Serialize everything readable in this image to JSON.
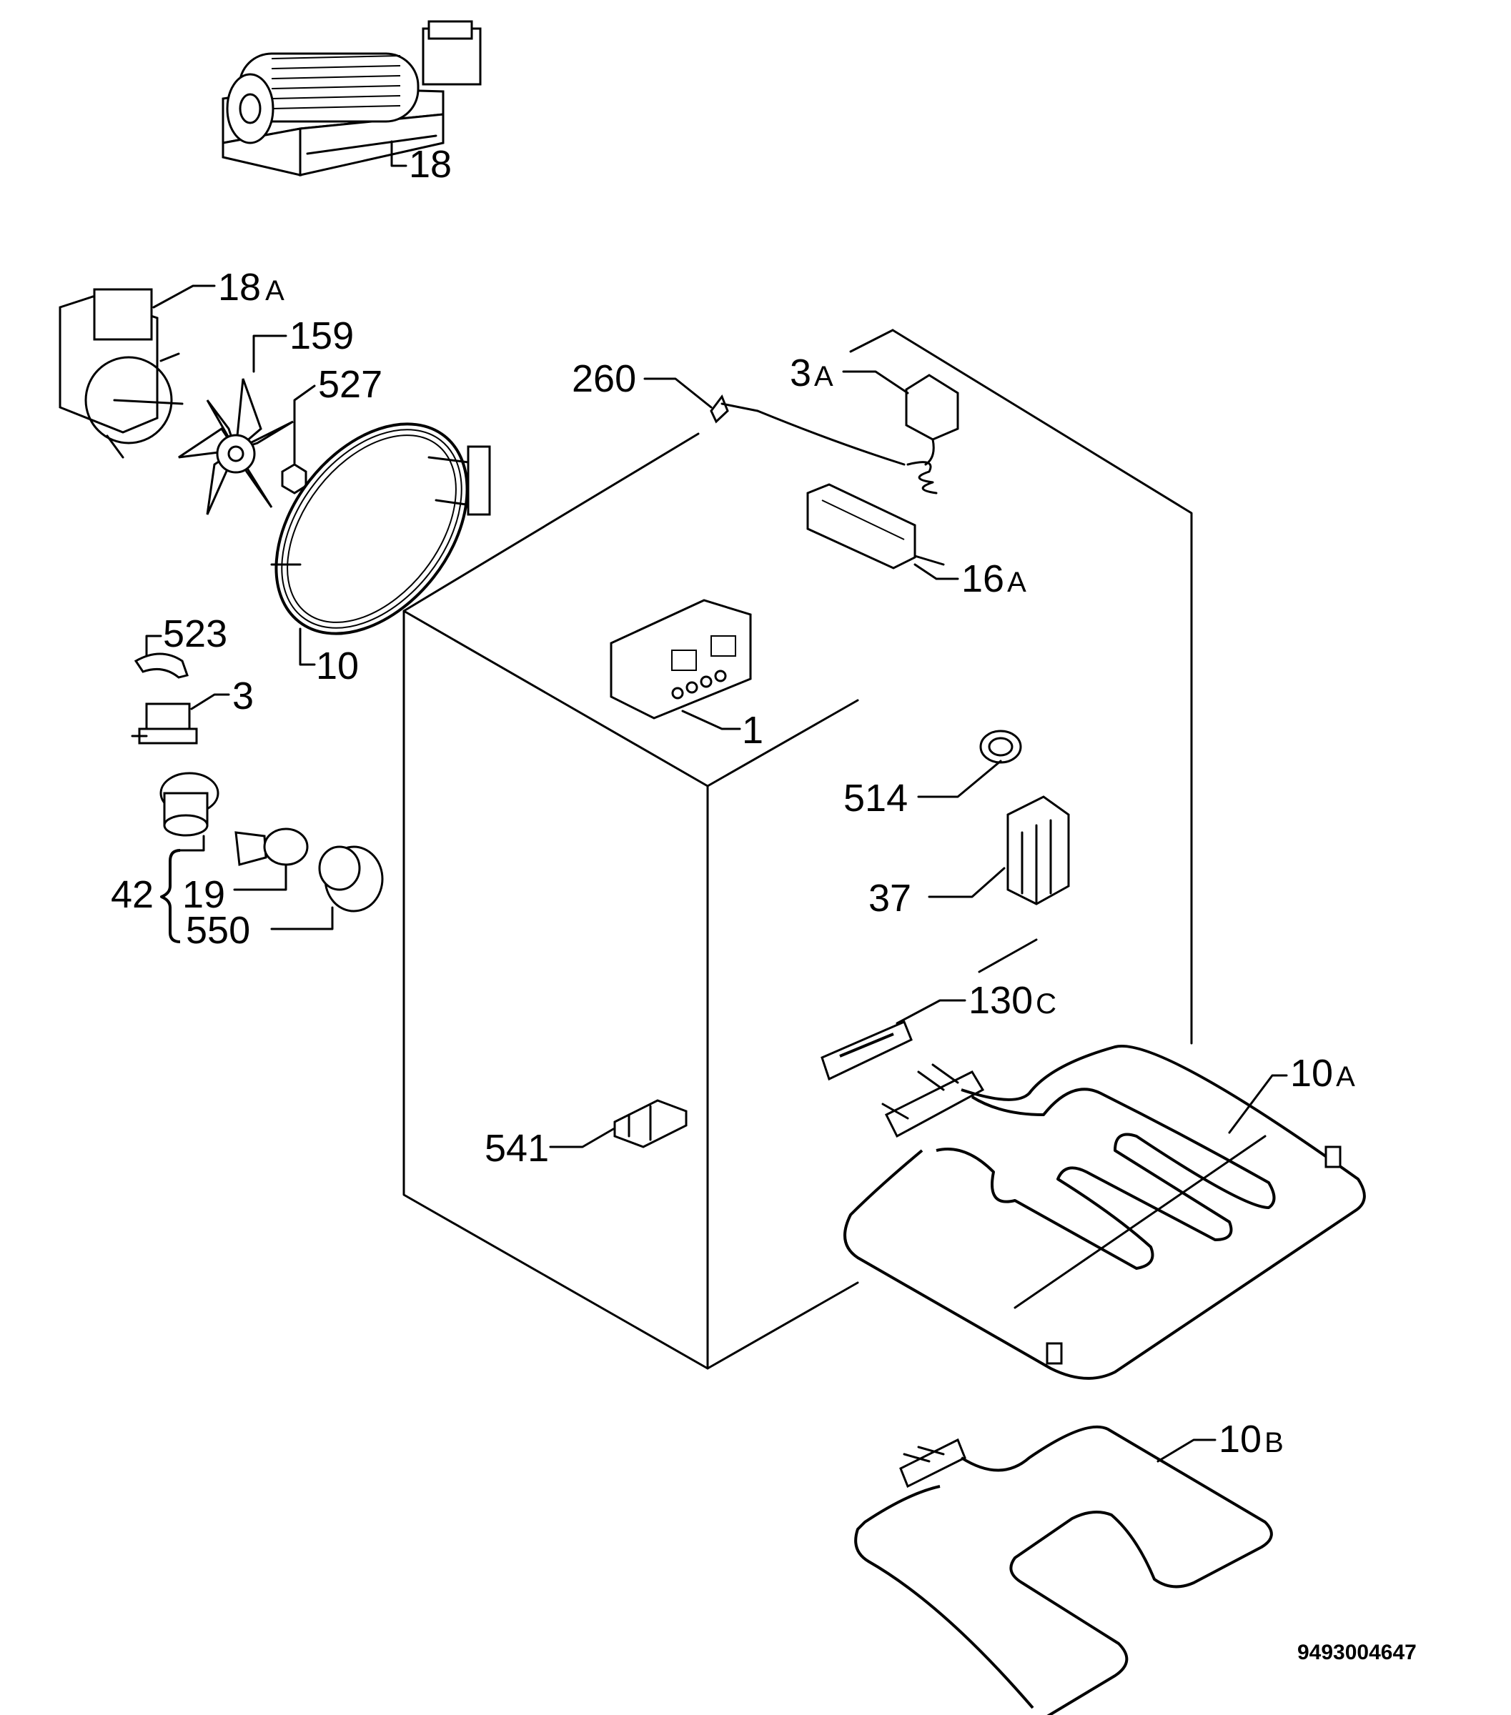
{
  "document_id": "9493004647",
  "parts": {
    "p18": {
      "num": "18",
      "suffix": ""
    },
    "p18a": {
      "num": "18",
      "suffix": "A"
    },
    "p159": {
      "num": "159",
      "suffix": ""
    },
    "p527": {
      "num": "527",
      "suffix": ""
    },
    "p10": {
      "num": "10",
      "suffix": ""
    },
    "p523": {
      "num": "523",
      "suffix": ""
    },
    "p3": {
      "num": "3",
      "suffix": ""
    },
    "p42": {
      "num": "42",
      "suffix": ""
    },
    "p19": {
      "num": "19",
      "suffix": ""
    },
    "p550": {
      "num": "550",
      "suffix": ""
    },
    "p260": {
      "num": "260",
      "suffix": ""
    },
    "p3a": {
      "num": "3",
      "suffix": "A"
    },
    "p16a": {
      "num": "16",
      "suffix": "A"
    },
    "p1": {
      "num": "1",
      "suffix": ""
    },
    "p514": {
      "num": "514",
      "suffix": ""
    },
    "p37": {
      "num": "37",
      "suffix": ""
    },
    "p130c": {
      "num": "130",
      "suffix": "C"
    },
    "p10a": {
      "num": "10",
      "suffix": "A"
    },
    "p541": {
      "num": "541",
      "suffix": ""
    },
    "p10b": {
      "num": "10",
      "suffix": "B"
    }
  }
}
